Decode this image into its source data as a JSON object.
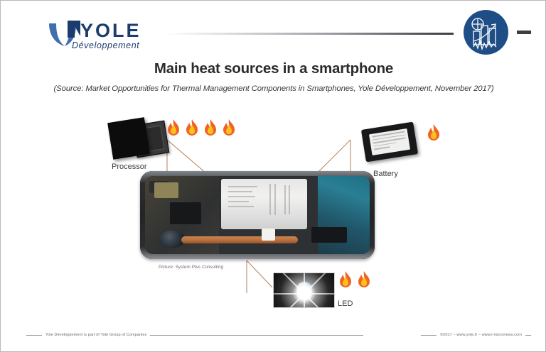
{
  "header": {
    "logo_word": "YOLE",
    "logo_tagline": "Développement",
    "badge_name": "yole-chart-badge"
  },
  "title": "Main heat sources in a smartphone",
  "subtitle": "(Source: Market Opportunities for Thermal Management Components in Smartphones, Yole Développement, November 2017)",
  "diagram": {
    "photo_caption": "Picture: System Plus Consulting",
    "components": [
      {
        "id": "processor",
        "label": "Processor",
        "flames": 4
      },
      {
        "id": "battery",
        "label": "Battery",
        "flames": 1
      },
      {
        "id": "led",
        "label": "LED",
        "flames": 2
      }
    ]
  },
  "footer": {
    "left": "Yole Développement is part of Yole Group of Companies",
    "right": "©2017 – www.yole.fr – www.i-micronews.com"
  },
  "colors": {
    "brand_navy": "#1f4e87",
    "logo_dark": "#1c3c6e",
    "logo_light": "#3f6fae",
    "title": "#2b2b2b",
    "leader": "#b98a63",
    "footer_text": "#6d6d72"
  }
}
